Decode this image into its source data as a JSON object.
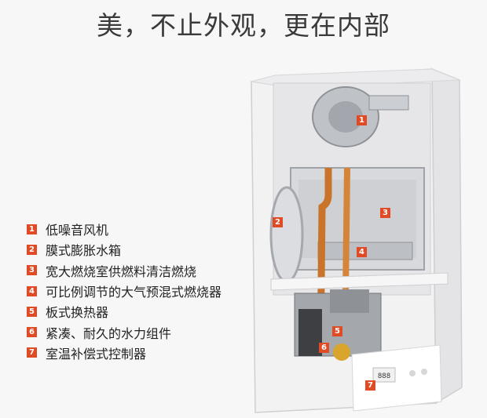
{
  "headline": "美，不止外观，更在内部",
  "legend": [
    {
      "num": "1",
      "label": "低噪音风机"
    },
    {
      "num": "2",
      "label": "膜式膨胀水箱"
    },
    {
      "num": "3",
      "label": "宽大燃烧室供燃料清洁燃烧"
    },
    {
      "num": "4",
      "label": "可比例调节的大气预混式燃烧器"
    },
    {
      "num": "5",
      "label": "板式换热器"
    },
    {
      "num": "6",
      "label": "紧凑、耐久的水力组件"
    },
    {
      "num": "7",
      "label": "室温补偿式控制器"
    }
  ],
  "display_readout": "888",
  "accent_color": "#e04a24"
}
